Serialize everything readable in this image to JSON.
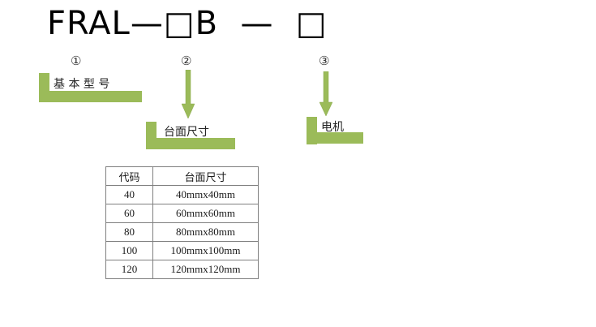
{
  "colors": {
    "highlight_green": "#9BBB59",
    "table_border": "#7f7f7f"
  },
  "title": {
    "text": "FRAL—□B  —  □"
  },
  "markers": [
    "①",
    "②",
    "③"
  ],
  "labels": {
    "basic_model": "基 本 型 号",
    "table_size": "台面尺寸",
    "motor": "电机"
  },
  "table": {
    "headers": [
      "代码",
      "台面尺寸"
    ],
    "rows": [
      [
        "40",
        "40mmx40mm"
      ],
      [
        "60",
        "60mmx60mm"
      ],
      [
        "80",
        "80mmx80mm"
      ],
      [
        "100",
        "100mmx100mm"
      ],
      [
        "120",
        "120mmx120mm"
      ]
    ]
  }
}
